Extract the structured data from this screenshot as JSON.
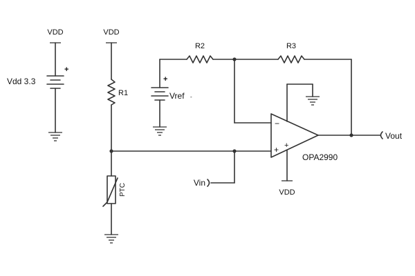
{
  "labels": {
    "vdd_source": "VDD",
    "vdd_r1": "VDD",
    "vdd_opamp": "VDD",
    "battery_name": "Vdd 3.3",
    "battery_plus": "+",
    "r1": "R1",
    "r2": "R2",
    "r3": "R3",
    "vref": "Vref",
    "vref_plus": "+",
    "ptc": "PTC",
    "vin": "Vin",
    "vout": "Vout",
    "opamp": "OPA2990",
    "opamp_minus": "−",
    "opamp_plus": "+",
    "opamp_supply_plus": "+"
  },
  "colors": {
    "wire": "#333333",
    "text": "#111111",
    "background": "#ffffff"
  }
}
